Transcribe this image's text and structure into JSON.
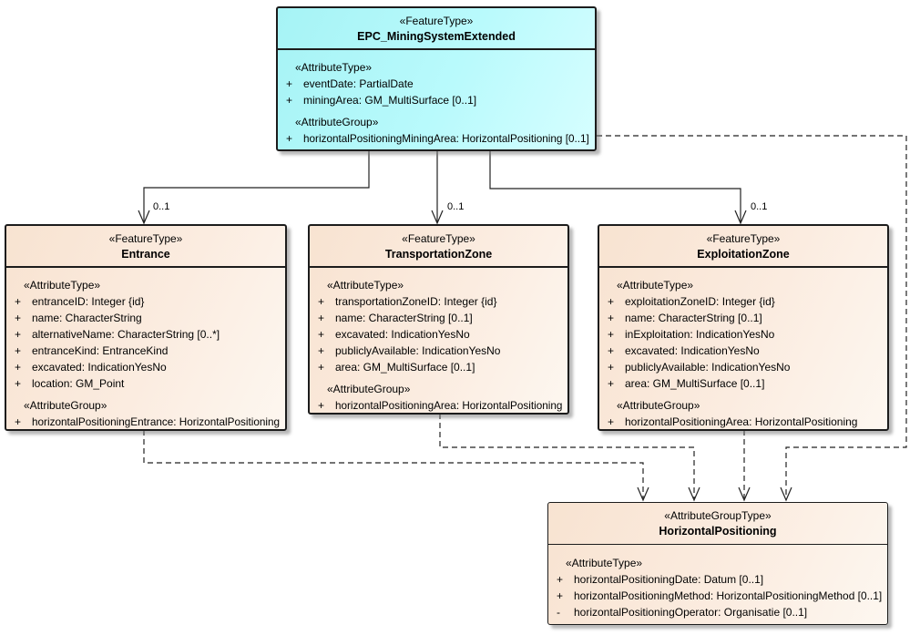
{
  "diagram": {
    "type": "uml-class-diagram",
    "colors": {
      "feature_main_fill": "#a6f3f5",
      "feature_fill": "#f8e3d1",
      "border": "#1c1c1c",
      "line": "#222222"
    },
    "classes": {
      "mining": {
        "stereotype": "«FeatureType»",
        "name": "EPC_MiningSystemExtended",
        "sections": [
          {
            "label": "«AttributeType»",
            "attrs": [
              {
                "vis": "+",
                "text": "eventDate: PartialDate"
              },
              {
                "vis": "+",
                "text": "miningArea: GM_MultiSurface [0..1]"
              }
            ]
          },
          {
            "label": "«AttributeGroup»",
            "attrs": [
              {
                "vis": "+",
                "text": "horizontalPositioningMiningArea: HorizontalPositioning [0..1]"
              }
            ]
          }
        ]
      },
      "entrance": {
        "stereotype": "«FeatureType»",
        "name": "Entrance",
        "sections": [
          {
            "label": "«AttributeType»",
            "attrs": [
              {
                "vis": "+",
                "text": "entranceID: Integer {id}"
              },
              {
                "vis": "+",
                "text": "name: CharacterString"
              },
              {
                "vis": "+",
                "text": "alternativeName: CharacterString [0..*]"
              },
              {
                "vis": "+",
                "text": "entranceKind: EntranceKind"
              },
              {
                "vis": "+",
                "text": "excavated: IndicationYesNo"
              },
              {
                "vis": "+",
                "text": "location: GM_Point"
              }
            ]
          },
          {
            "label": "«AttributeGroup»",
            "attrs": [
              {
                "vis": "+",
                "text": "horizontalPositioningEntrance: HorizontalPositioning"
              }
            ]
          }
        ]
      },
      "transportation": {
        "stereotype": "«FeatureType»",
        "name": "TransportationZone",
        "sections": [
          {
            "label": "«AttributeType»",
            "attrs": [
              {
                "vis": "+",
                "text": "transportationZoneID: Integer {id}"
              },
              {
                "vis": "+",
                "text": "name: CharacterString [0..1]"
              },
              {
                "vis": "+",
                "text": "excavated: IndicationYesNo"
              },
              {
                "vis": "+",
                "text": "publiclyAvailable: IndicationYesNo"
              },
              {
                "vis": "+",
                "text": "area: GM_MultiSurface [0..1]"
              }
            ]
          },
          {
            "label": "«AttributeGroup»",
            "attrs": [
              {
                "vis": "+",
                "text": "horizontalPositioningArea: HorizontalPositioning"
              }
            ]
          }
        ]
      },
      "exploitation": {
        "stereotype": "«FeatureType»",
        "name": "ExploitationZone",
        "sections": [
          {
            "label": "«AttributeType»",
            "attrs": [
              {
                "vis": "+",
                "text": "exploitationZoneID: Integer {id}"
              },
              {
                "vis": "+",
                "text": "name: CharacterString [0..1]"
              },
              {
                "vis": "+",
                "text": "inExploitation: IndicationYesNo"
              },
              {
                "vis": "+",
                "text": "excavated: IndicationYesNo"
              },
              {
                "vis": "+",
                "text": "publiclyAvailable: IndicationYesNo"
              },
              {
                "vis": "+",
                "text": "area: GM_MultiSurface [0..1]"
              }
            ]
          },
          {
            "label": "«AttributeGroup»",
            "attrs": [
              {
                "vis": "+",
                "text": "horizontalPositioningArea: HorizontalPositioning"
              }
            ]
          }
        ]
      },
      "horizontal": {
        "stereotype": "«AttributeGroupType»",
        "name": "HorizontalPositioning",
        "sections": [
          {
            "label": "«AttributeType»",
            "attrs": [
              {
                "vis": "+",
                "text": "horizontalPositioningDate: Datum [0..1]"
              },
              {
                "vis": "+",
                "text": "horizontalPositioningMethod: HorizontalPositioningMethod [0..1]"
              },
              {
                "vis": "-",
                "text": "horizontalPositioningOperator: Organisatie [0..1]"
              }
            ]
          }
        ]
      }
    },
    "connectors": {
      "multiplicities": [
        "0..1",
        "0..1",
        "0..1"
      ]
    }
  }
}
